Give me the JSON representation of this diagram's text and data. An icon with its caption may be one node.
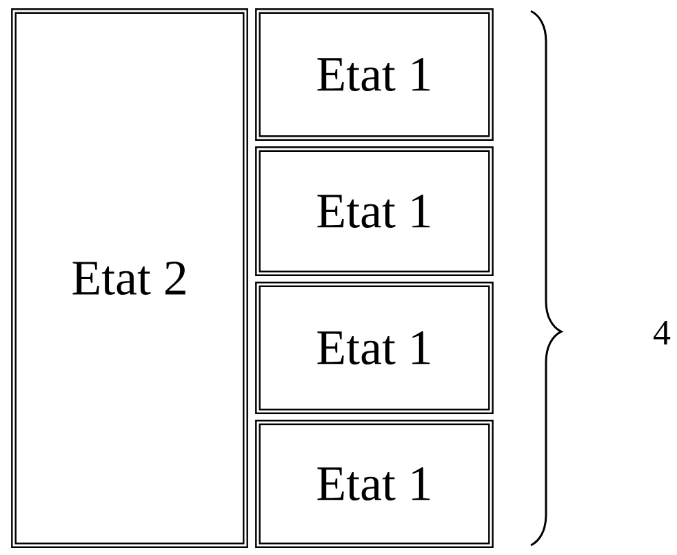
{
  "diagram": {
    "nodes": [
      {
        "text": [
          "Etat 2"
        ]
      },
      {
        "text": [
          "Etat 1"
        ]
      },
      {
        "text": [
          "Etat 1"
        ]
      },
      {
        "text": [
          "Etat 1"
        ]
      },
      {
        "text": [
          "Etat 1"
        ]
      }
    ],
    "labels": [
      "4"
    ]
  }
}
